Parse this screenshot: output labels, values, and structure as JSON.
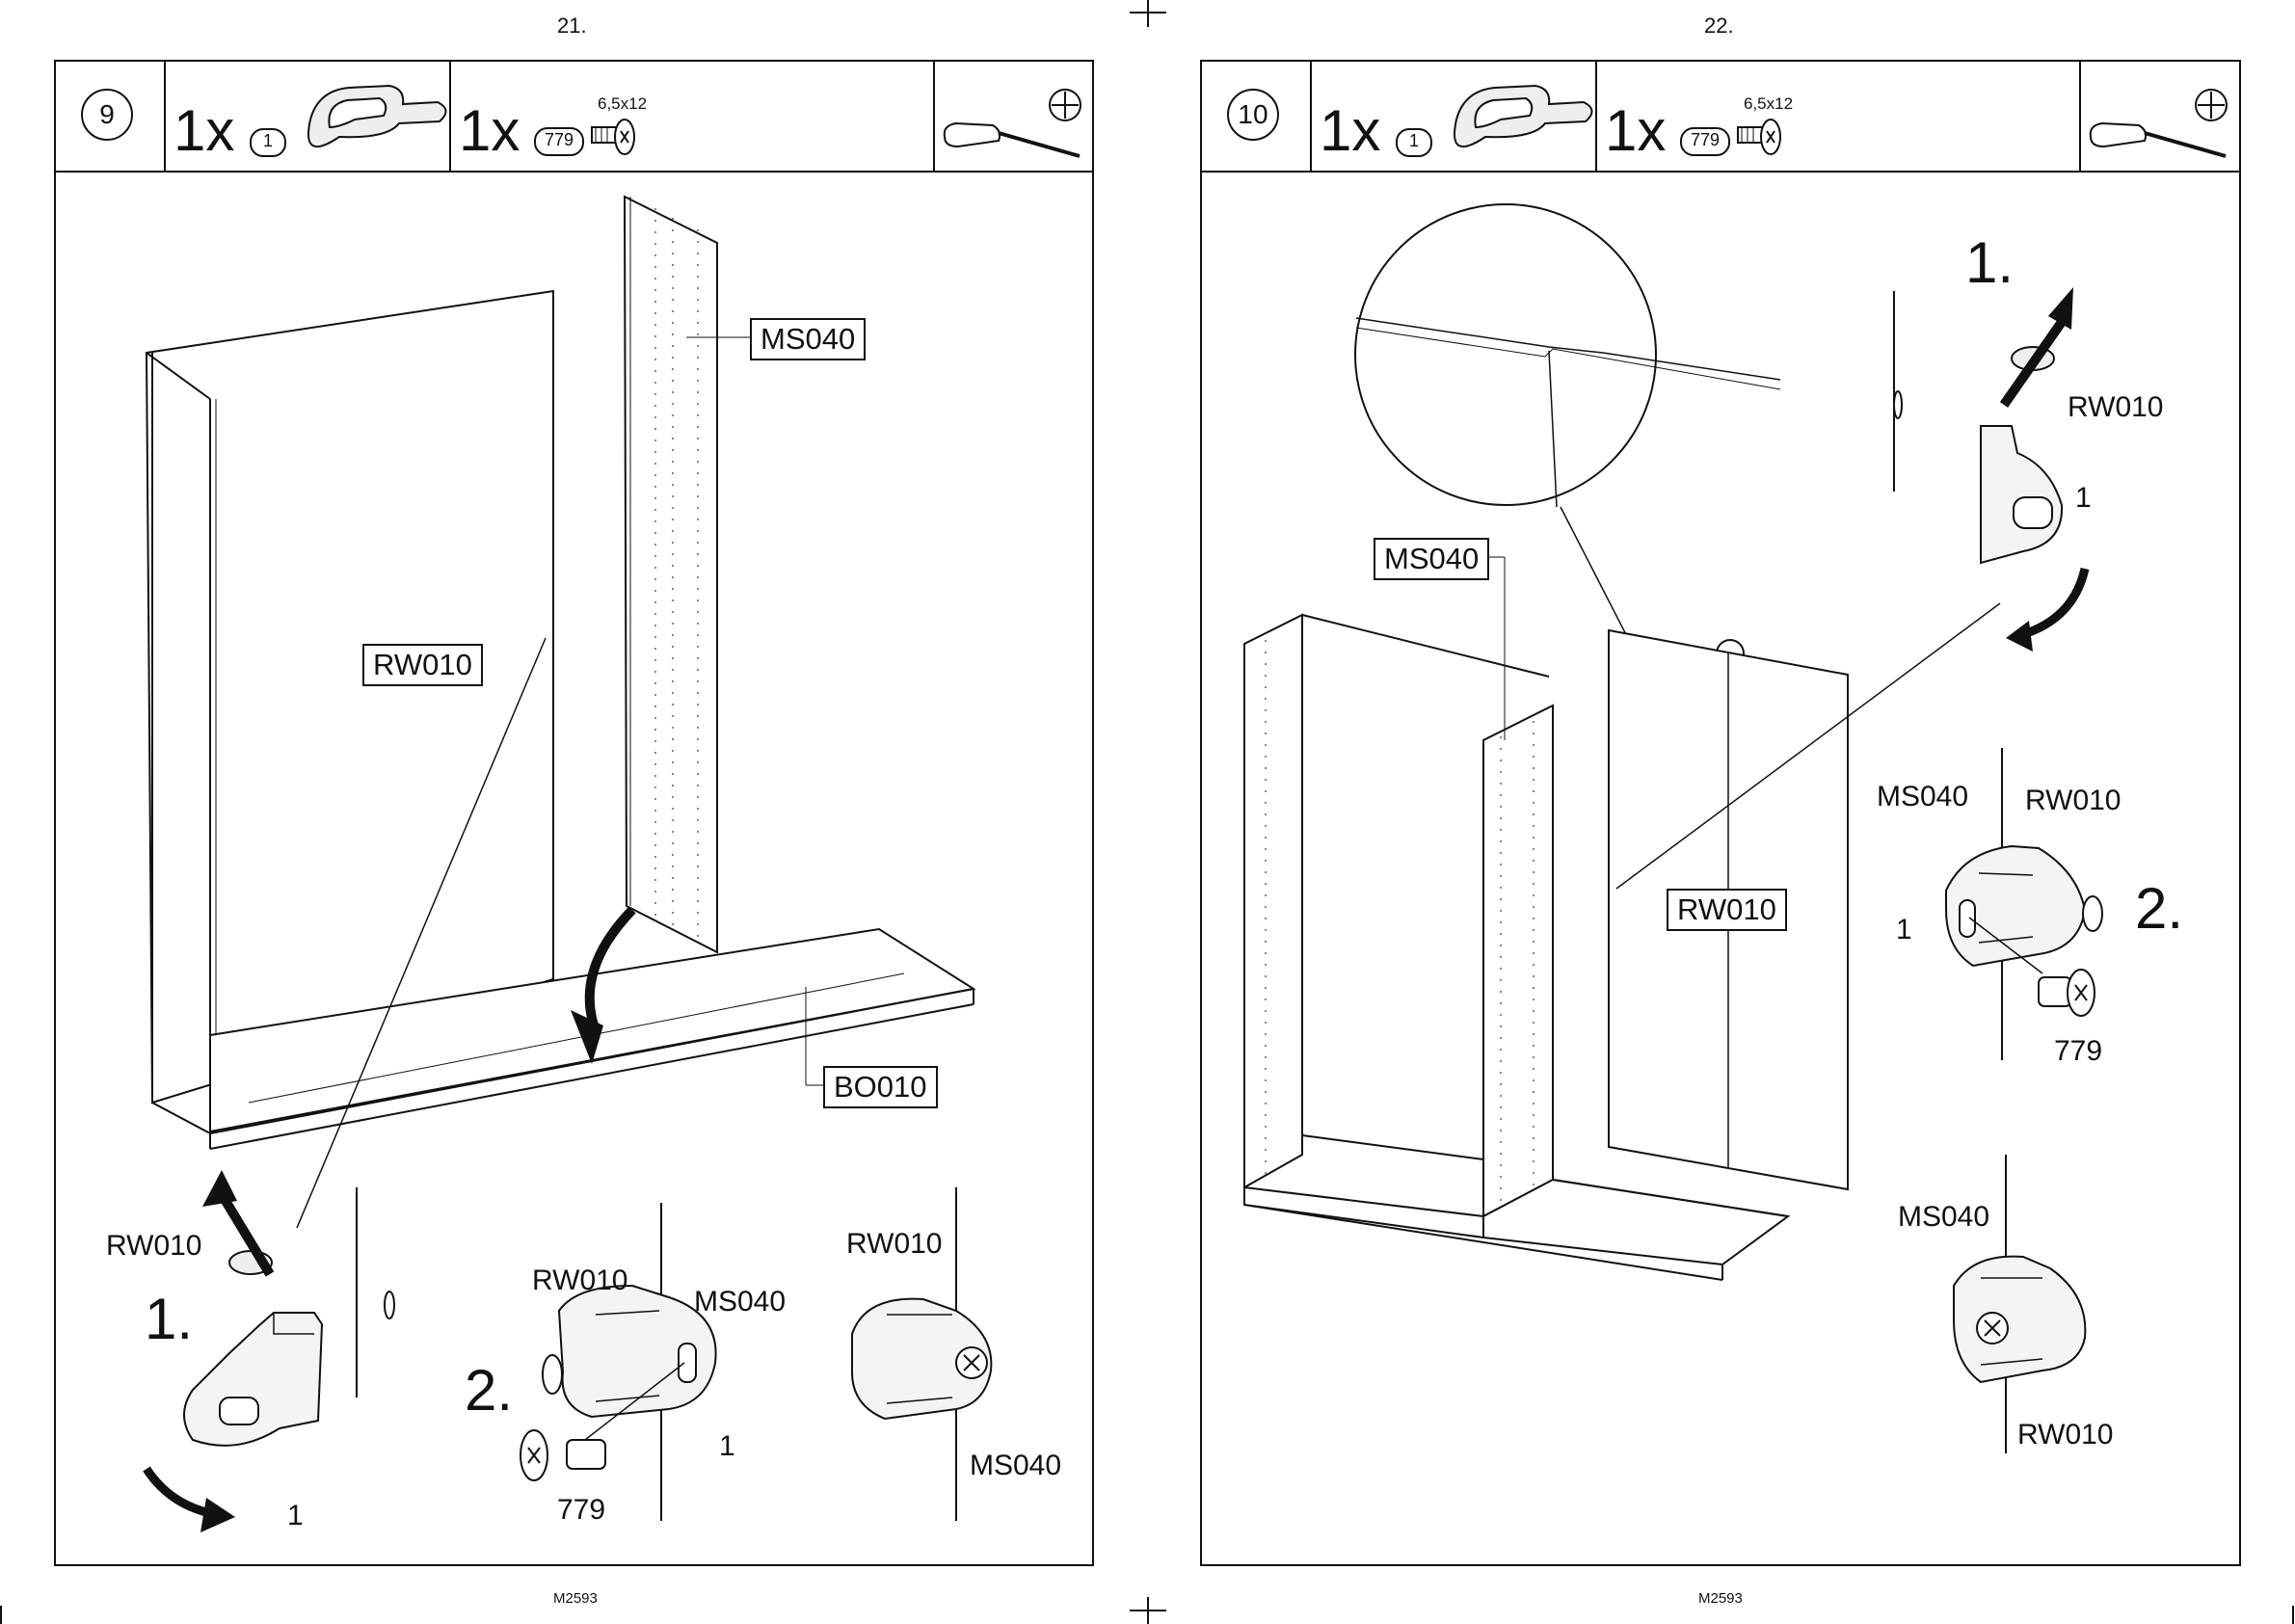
{
  "pages": [
    {
      "page_number": "21.",
      "footer": "M2593",
      "step": "9",
      "parts": [
        {
          "qty": "1x",
          "ref": "1"
        },
        {
          "qty": "1x",
          "ref": "779",
          "size": "6,5x12"
        }
      ],
      "tags": {
        "panel": "MS040",
        "door": "RW010",
        "base": "BO010"
      },
      "labels": {
        "step1": "1.",
        "step2": "2.",
        "rw_a": "RW010",
        "one_a": "1",
        "rw_b": "RW010",
        "ms_b": "MS040",
        "one_b": "1",
        "screw_b": "779",
        "rw_c": "RW010",
        "ms_c": "MS040"
      }
    },
    {
      "page_number": "22.",
      "footer": "M2593",
      "step": "10",
      "parts": [
        {
          "qty": "1x",
          "ref": "1"
        },
        {
          "qty": "1x",
          "ref": "779",
          "size": "6,5x12"
        }
      ],
      "tags": {
        "panel": "MS040",
        "door": "RW010"
      },
      "labels": {
        "step1": "1.",
        "step2": "2.",
        "rw_a": "RW010",
        "one_a": "1",
        "ms_b": "MS040",
        "rw_b": "RW010",
        "one_b": "1",
        "screw_b": "779",
        "ms_c": "MS040",
        "rw_c": "RW010"
      }
    }
  ]
}
